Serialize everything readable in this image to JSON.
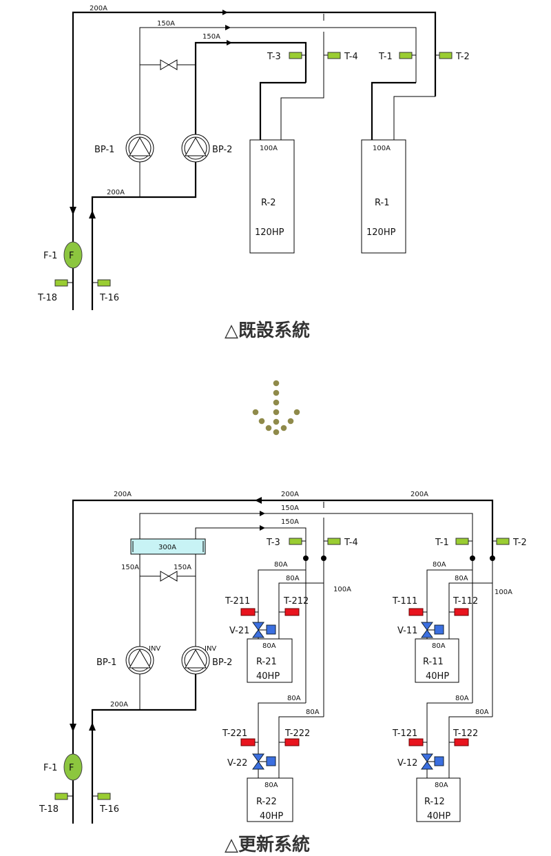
{
  "existing": {
    "caption": "△既設系統",
    "pipes": {
      "main": "200A",
      "sup1": "150A",
      "sup2": "150A",
      "header": "200A",
      "r2": "100A",
      "r1": "100A"
    },
    "pumps": {
      "bp1": "BP-1",
      "bp2": "BP-2"
    },
    "filter": {
      "label": "F-1",
      "symbol": "F"
    },
    "sensors": {
      "t1": "T-1",
      "t2": "T-2",
      "t3": "T-3",
      "t4": "T-4",
      "t16": "T-16",
      "t18": "T-18"
    },
    "units": {
      "r2": {
        "name": "R-2",
        "hp": "120HP"
      },
      "r1": {
        "name": "R-1",
        "hp": "120HP"
      }
    }
  },
  "renewed": {
    "caption": "△更新系統",
    "pipes": {
      "main_left": "200A",
      "main_mid": "200A",
      "main_right": "200A",
      "sup1": "150A",
      "sup2": "150A",
      "header_box": "300A",
      "hdr_left": "150A",
      "hdr_right": "150A",
      "header_bottom": "200A",
      "b2_top_a": "80A",
      "b2_top_b": "80A",
      "b2_riser": "100A",
      "b2_bot_a": "80A",
      "b2_bot_b": "80A",
      "b1_top_a": "80A",
      "b1_top_b": "80A",
      "b1_riser": "100A",
      "b1_bot_a": "80A",
      "b1_bot_b": "80A"
    },
    "pumps": {
      "bp1": "BP-1",
      "bp2": "BP-2",
      "inv1": "INV",
      "inv2": "INV"
    },
    "filter": {
      "label": "F-1",
      "symbol": "F"
    },
    "sensors": {
      "t1": "T-1",
      "t2": "T-2",
      "t3": "T-3",
      "t4": "T-4",
      "t16": "T-16",
      "t18": "T-18",
      "t211": "T-211",
      "t212": "T-212",
      "t221": "T-221",
      "t222": "T-222",
      "t111": "T-111",
      "t112": "T-112",
      "t121": "T-121",
      "t122": "T-122"
    },
    "valves": {
      "v21": "V-21",
      "v22": "V-22",
      "v11": "V-11",
      "v12": "V-12"
    },
    "units": {
      "r21": {
        "name": "R-21",
        "hp": "40HP",
        "pipe": "80A"
      },
      "r22": {
        "name": "R-22",
        "hp": "40HP",
        "pipe": "80A"
      },
      "r11": {
        "name": "R-11",
        "hp": "40HP",
        "pipe": "80A"
      },
      "r12": {
        "name": "R-12",
        "hp": "40HP",
        "pipe": "80A"
      }
    }
  },
  "colors": {
    "sensor_green": "#9acd32",
    "sensor_red": "#e8141e",
    "valve_blue": "#3b6fe0",
    "filter_green": "#8cc63f",
    "header_box": "#c8f3f5",
    "arrow_dots": "#8f8a4a"
  }
}
